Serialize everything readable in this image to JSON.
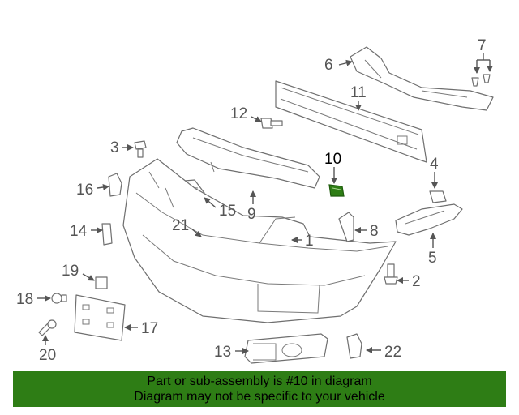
{
  "diagram": {
    "callouts": {
      "c1": "1",
      "c2": "2",
      "c3": "3",
      "c4": "4",
      "c5": "5",
      "c6": "6",
      "c7": "7",
      "c8": "8",
      "c9": "9",
      "c10": "10",
      "c11": "11",
      "c12": "12",
      "c13": "13",
      "c14": "14",
      "c15": "15",
      "c16": "16",
      "c17": "17",
      "c18": "18",
      "c19": "19",
      "c20": "20",
      "c21": "21",
      "c22": "22"
    },
    "highlight_color": "#2e7d15"
  },
  "footer": {
    "line1": "Part or sub-assembly is #10 in diagram",
    "line2": "Diagram may not be specific to your vehicle",
    "background": "#2e7d15"
  }
}
